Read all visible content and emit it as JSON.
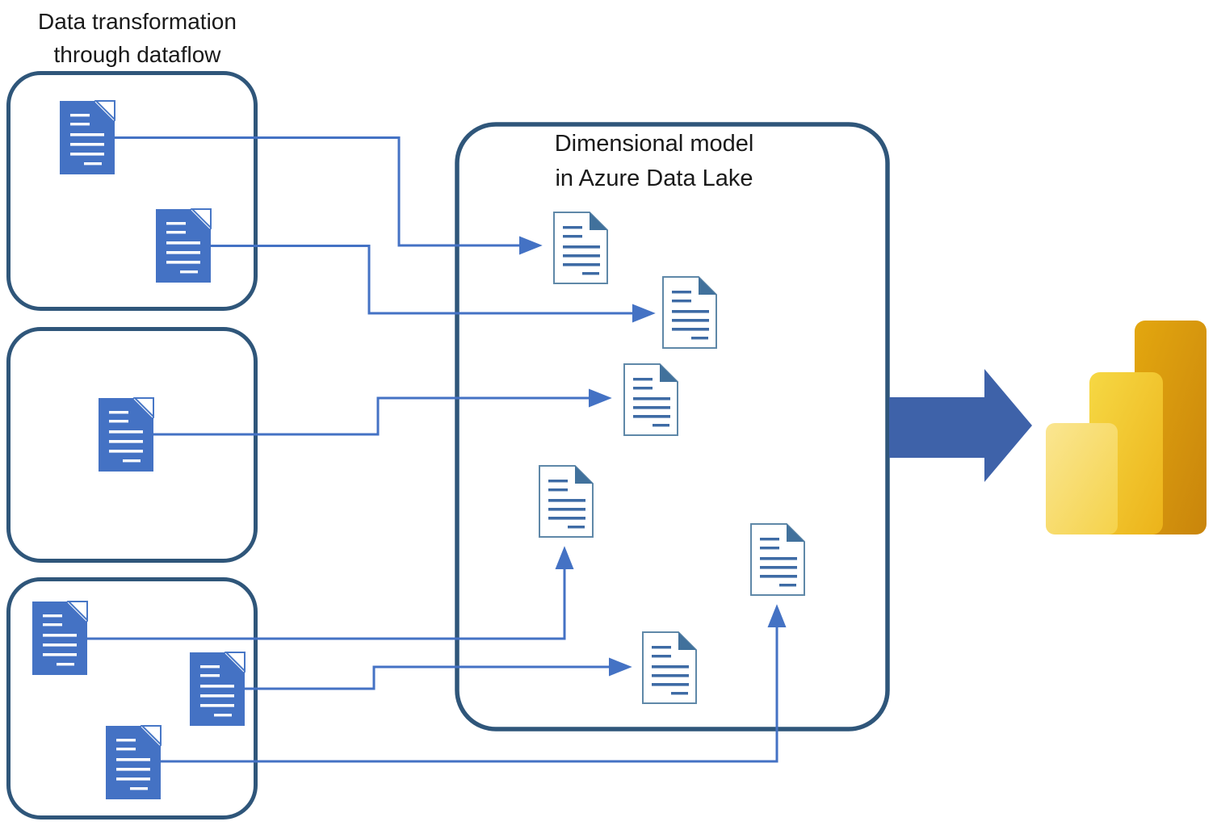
{
  "titles": {
    "dataflow_label": {
      "line1": "Data transformation",
      "line2": "through dataflow"
    },
    "model_label": {
      "line1": "Dimensional model",
      "line2": "in Azure Data Lake"
    }
  },
  "diagram": {
    "source_groups": [
      {
        "id": "dataflow-group-1",
        "document_count": 2
      },
      {
        "id": "dataflow-group-2",
        "document_count": 1
      },
      {
        "id": "dataflow-group-3",
        "document_count": 3
      }
    ],
    "model": {
      "id": "dimensional-model",
      "document_count": 6
    },
    "connections": [
      {
        "from": "group-1-doc-1",
        "to": "model-doc-1"
      },
      {
        "from": "group-1-doc-2",
        "to": "model-doc-2"
      },
      {
        "from": "group-2-doc-1",
        "to": "model-doc-3"
      },
      {
        "from": "group-3-doc-1",
        "to": "model-doc-4"
      },
      {
        "from": "group-3-doc-2",
        "to": "model-doc-6"
      },
      {
        "from": "group-3-doc-3",
        "to": "model-doc-5"
      },
      {
        "from": "dimensional-model",
        "to": "power-bi"
      }
    ]
  },
  "icons": {
    "solid_document": "document-icon",
    "outline_document": "document-outline-icon",
    "power_bi": "power-bi-logo",
    "block_arrow": "right-block-arrow"
  },
  "colors": {
    "box_border": "#2F567A",
    "solid_document_fill": "#4472C4",
    "connector": "#4472C4",
    "outline_document_border": "#5F88A8",
    "outline_document_lines": "#3E6BA5",
    "outline_document_fold": "#41719C",
    "block_arrow": "#3E62A9",
    "powerbi_light": "#FAE692",
    "powerbi_medium": "#F2C811",
    "powerbi_dark": "#D9940F",
    "title_text": "#1A1A1A"
  }
}
